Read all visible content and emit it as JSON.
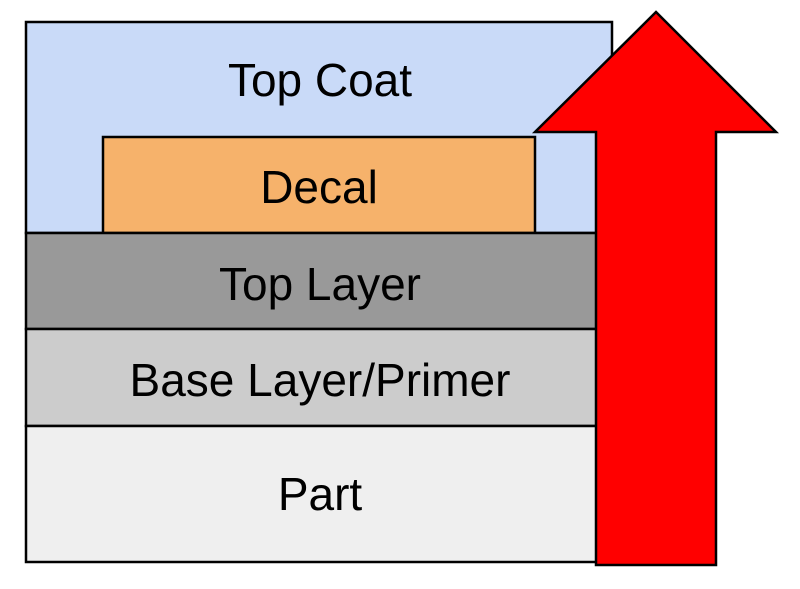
{
  "layers": {
    "top_coat": {
      "label": "Top Coat",
      "color": "#c9daf8"
    },
    "decal": {
      "label": "Decal",
      "color": "#f6b26b"
    },
    "top_layer": {
      "label": "Top Layer",
      "color": "#999999"
    },
    "base_layer": {
      "label": "Base Layer/Primer",
      "color": "#cccccc"
    },
    "part": {
      "label": "Part",
      "color": "#efefef"
    }
  },
  "arrow": {
    "direction": "up",
    "color": "#ff0000"
  }
}
